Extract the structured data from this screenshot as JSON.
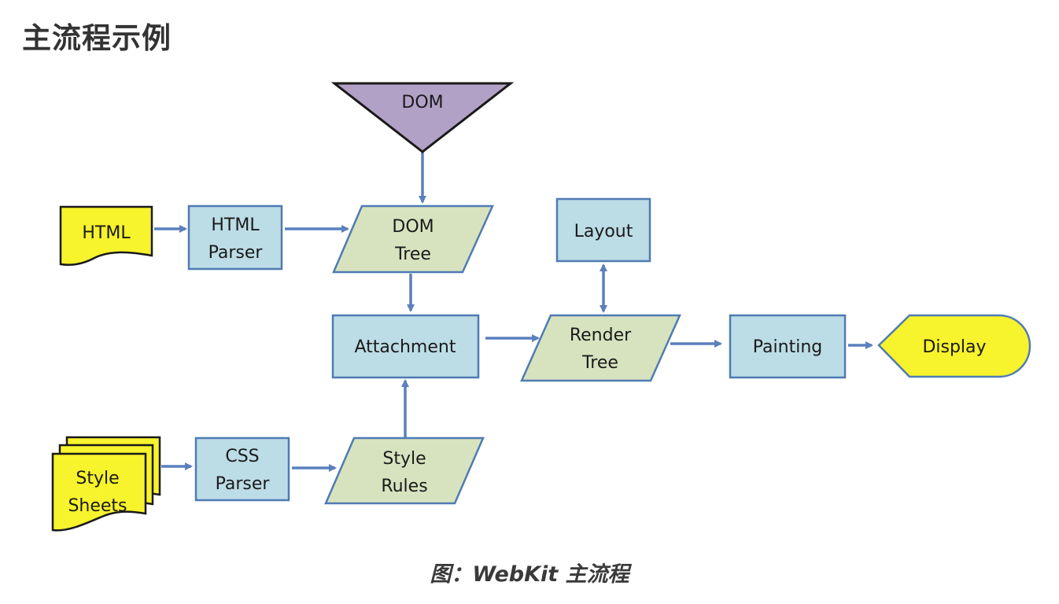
{
  "heading": "主流程示例",
  "caption": "图：WebKit 主流程",
  "colors": {
    "process_fill": "#bcdce6",
    "process_stroke": "#4f7bb3",
    "data_fill": "#d7e3bf",
    "data_stroke": "#4f7bb3",
    "document_fill": "#f7f32c",
    "merge_fill": "#b2a1c7",
    "display_fill": "#f7f32c",
    "arrow": "#5a80bd"
  },
  "nodes": {
    "dom": {
      "lines": [
        "DOM"
      ],
      "shape": "merge-triangle"
    },
    "html": {
      "lines": [
        "HTML"
      ],
      "shape": "document"
    },
    "html_parser": {
      "lines": [
        "HTML",
        "Parser"
      ],
      "shape": "process"
    },
    "dom_tree": {
      "lines": [
        "DOM",
        "Tree"
      ],
      "shape": "data"
    },
    "layout": {
      "lines": [
        "Layout"
      ],
      "shape": "process"
    },
    "attachment": {
      "lines": [
        "Attachment"
      ],
      "shape": "process"
    },
    "render_tree": {
      "lines": [
        "Render",
        "Tree"
      ],
      "shape": "data"
    },
    "painting": {
      "lines": [
        "Painting"
      ],
      "shape": "process"
    },
    "display": {
      "lines": [
        "Display"
      ],
      "shape": "display"
    },
    "style_sheets": {
      "lines": [
        "Style",
        "Sheets"
      ],
      "shape": "multi-document"
    },
    "css_parser": {
      "lines": [
        "CSS",
        "Parser"
      ],
      "shape": "process"
    },
    "style_rules": {
      "lines": [
        "Style",
        "Rules"
      ],
      "shape": "data"
    }
  },
  "edges": [
    {
      "from": "dom",
      "to": "dom_tree"
    },
    {
      "from": "html",
      "to": "html_parser"
    },
    {
      "from": "html_parser",
      "to": "dom_tree"
    },
    {
      "from": "dom_tree",
      "to": "attachment"
    },
    {
      "from": "style_sheets",
      "to": "css_parser"
    },
    {
      "from": "css_parser",
      "to": "style_rules"
    },
    {
      "from": "style_rules",
      "to": "attachment"
    },
    {
      "from": "attachment",
      "to": "render_tree"
    },
    {
      "from": "render_tree",
      "to": "layout",
      "bidirectional": true
    },
    {
      "from": "render_tree",
      "to": "painting"
    },
    {
      "from": "painting",
      "to": "display"
    }
  ]
}
